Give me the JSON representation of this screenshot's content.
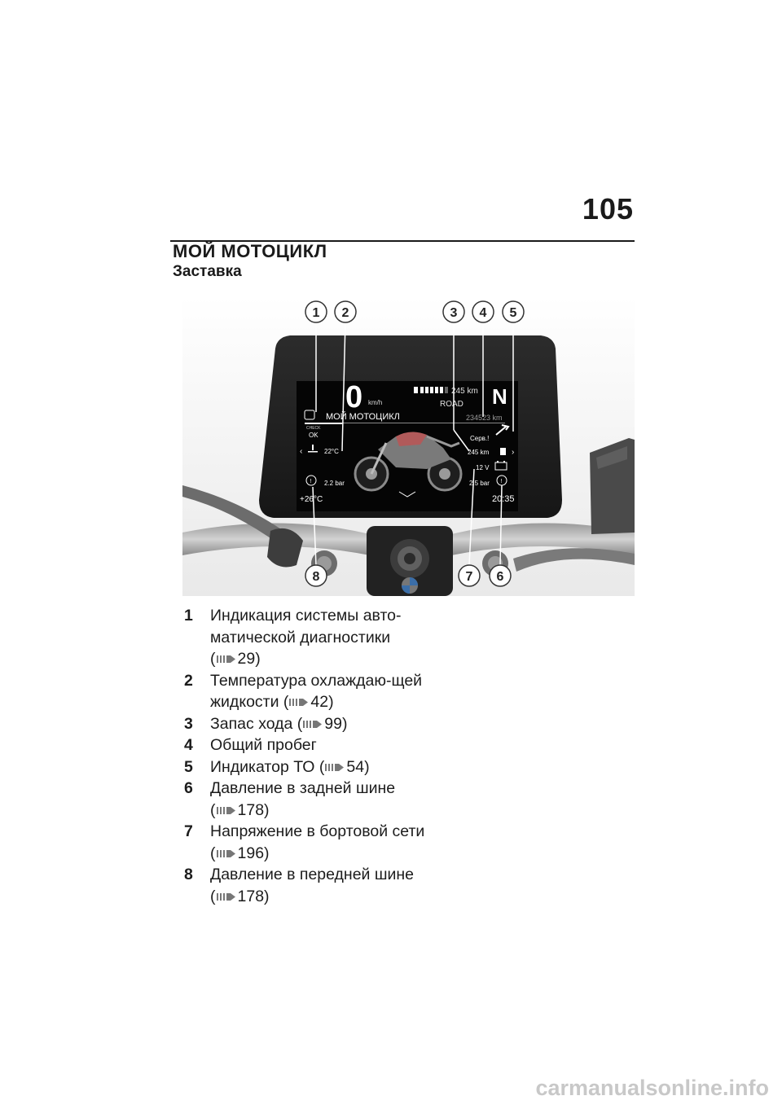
{
  "page": {
    "number": "105",
    "section_title": "МОЙ МОТОЦИКЛ",
    "subsection_title": "Заставка"
  },
  "figure": {
    "callouts": [
      "1",
      "2",
      "3",
      "4",
      "5",
      "6",
      "7",
      "8"
    ],
    "display": {
      "speed": "0",
      "speed_unit": "km/h",
      "range_top": "245 km",
      "riding_mode": "ROAD",
      "gear": "N",
      "menu_title": "МОЙ МОТОЦИКЛ",
      "odometer": "234523 km",
      "check_label": "CHECK",
      "check_status": "OK",
      "coolant_temp": "22°C",
      "service_label": "Серв.!",
      "range": "245 km",
      "voltage": "12 V",
      "front_tire_pressure": "2.2 bar",
      "rear_tire_pressure": "2.5 bar",
      "ambient_temp": "+26°C",
      "clock": "20:35"
    }
  },
  "legend": [
    {
      "num": "1",
      "text": "Индикация системы авто-матической диагностики",
      "ref": "29"
    },
    {
      "num": "2",
      "text": "Температура охлаждаю-щей жидкости",
      "ref": "42"
    },
    {
      "num": "3",
      "text": "Запас хода",
      "ref": "99"
    },
    {
      "num": "4",
      "text": "Общий пробег",
      "ref": ""
    },
    {
      "num": "5",
      "text": "Индикатор ТО",
      "ref": "54"
    },
    {
      "num": "6",
      "text": "Давление в задней шине",
      "ref": "178"
    },
    {
      "num": "7",
      "text": "Напряжение в бортовой сети",
      "ref": "196"
    },
    {
      "num": "8",
      "text": "Давление в передней шине",
      "ref": "178"
    }
  ],
  "watermark": "carmanualsonline.info",
  "icons": [
    "arrow-right-icon",
    "warning-icon",
    "battery-icon",
    "thermometer-icon",
    "wrench-icon",
    "fuel-icon",
    "chevron-left-icon",
    "chevron-right-icon",
    "chevron-down-icon",
    "info-icon"
  ]
}
